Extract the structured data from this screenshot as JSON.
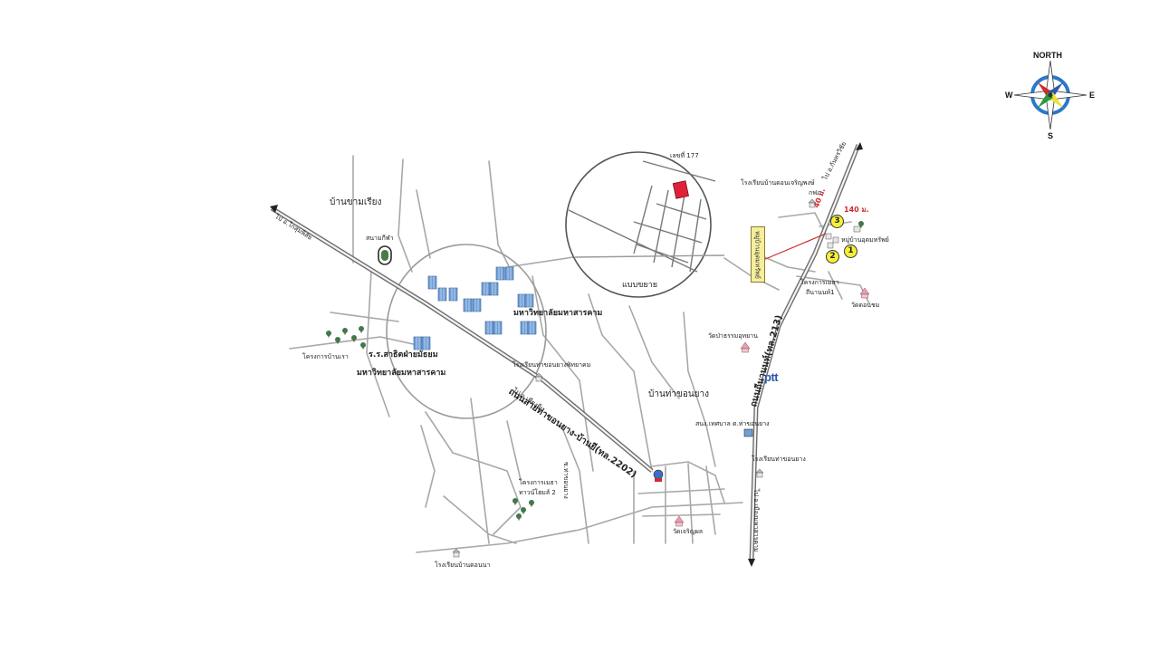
{
  "compass": {
    "north": "NORTH",
    "south": "S",
    "east": "E",
    "west": "W",
    "icon": "compass-rose-icon"
  },
  "inset": {
    "caption": "แบบขยาย",
    "plot_label": "เลขที่ 177",
    "highlight_color": "#e0203a"
  },
  "labels": {
    "ban_kham_riang": "บ้านขามเรียง",
    "stadium": "สนามกีฬา",
    "to_kosum": "ไป อ.โกสุมพิสัย",
    "university": "มหาวิทยาลัยมหาสารคาม",
    "demo_school_1": "ร.ร.สาธิตฝ่ายมัธยม",
    "demo_school_2": "มหาวิทยาลัยมหาสารคาม",
    "ban_rao": "โครงการบ้านเรา",
    "kham_riang_school": "โรงเรียนท่าขอนยางพิทยาคม",
    "main_road": "ถนนสายท่าขอนยาง-บ้านยี(ทล.2202)",
    "to_chiang_yuen": "ไป อ.เชียงยืน",
    "ban_tha_khon_yang": "บ้านท่าขอนยาง",
    "municipal_office": "สนง.เทศบาล ต.ท่าขอนยาง",
    "town_home": "โครงการเมธา",
    "town_home_2": "ทาวน์โฮมส์ 2",
    "school_don_na": "โรงเรียนบ้านดอนนา",
    "wat_charoen": "วัดเจริญผล",
    "school_tha_khon_yang": "โรงเรียนท่าขอนยาง",
    "to_mahasarakham": "ไป อ.เมืองมหาสารคาม",
    "highway_213": "ถนนถีนานนท์(ทล.213)",
    "wat_pa_thammaudom": "วัดป่าธรรมอุทยาน",
    "ptt": "ptt",
    "school_don_charoen": "โรงเรียนบ้านดอนเจริญพงษ์",
    "to_kantharawichai": "ไป อ.กันทรวิชัย",
    "kaw_kaw_sor": "กฟภ.",
    "village_udom": "หมู่บ้านอุดมทรัพย์",
    "sign_text": "หมู่บ้านอุดมทรัพย์",
    "metha_thinanon": "โครงการเมธา",
    "metha_thinanon_2": "ถีนานนท์1",
    "wat_don_chom": "วัดดอนชม",
    "dist_140": "140 ม.",
    "dist_side": "40 ม.",
    "lane": "ซ.ท่าขอนยาง"
  },
  "markers": [
    "1",
    "2",
    "3"
  ],
  "colors": {
    "road": "#9a9a9a",
    "main_road": "#6e6e6e",
    "building": "#6f9fd8",
    "tree": "#3f7a48",
    "marker": "#f6ef3a",
    "red_route": "#d02a2a"
  }
}
